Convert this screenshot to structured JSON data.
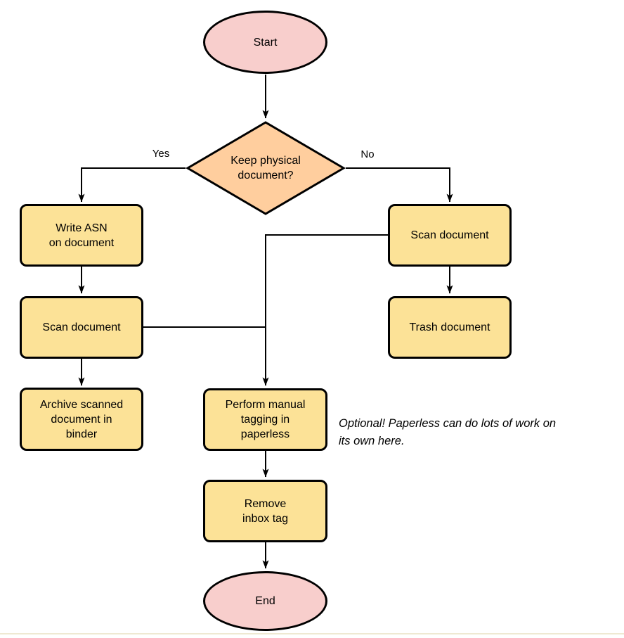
{
  "diagram": {
    "type": "flowchart",
    "nodes": [
      {
        "id": "start",
        "shape": "terminal",
        "label": "Start"
      },
      {
        "id": "keep-physical-decision",
        "shape": "decision",
        "label": "Keep physical\ndocument?"
      },
      {
        "id": "write-asn",
        "shape": "process",
        "label": "Write ASN\non document"
      },
      {
        "id": "scan-document-left",
        "shape": "process",
        "label": "Scan document"
      },
      {
        "id": "archive-binder",
        "shape": "process",
        "label": "Archive scanned\ndocument in\nbinder"
      },
      {
        "id": "scan-document-right",
        "shape": "process",
        "label": "Scan document"
      },
      {
        "id": "trash-document",
        "shape": "process",
        "label": "Trash document"
      },
      {
        "id": "manual-tagging",
        "shape": "process",
        "label": "Perform manual\ntagging in\npaperless"
      },
      {
        "id": "remove-inbox-tag",
        "shape": "process",
        "label": "Remove\ninbox tag"
      },
      {
        "id": "end",
        "shape": "terminal",
        "label": "End"
      }
    ],
    "edges": [
      {
        "from": "start",
        "to": "keep-physical-decision",
        "label": ""
      },
      {
        "from": "keep-physical-decision",
        "to": "write-asn",
        "label": "Yes"
      },
      {
        "from": "keep-physical-decision",
        "to": "scan-document-right",
        "label": "No"
      },
      {
        "from": "write-asn",
        "to": "scan-document-left",
        "label": ""
      },
      {
        "from": "scan-document-left",
        "to": "archive-binder",
        "label": ""
      },
      {
        "from": "scan-document-right",
        "to": "trash-document",
        "label": ""
      },
      {
        "from": "scan-document-left",
        "to": "manual-tagging",
        "label": ""
      },
      {
        "from": "scan-document-right",
        "to": "manual-tagging",
        "label": ""
      },
      {
        "from": "manual-tagging",
        "to": "remove-inbox-tag",
        "label": ""
      },
      {
        "from": "remove-inbox-tag",
        "to": "end",
        "label": ""
      }
    ],
    "note": "Optional! Paperless can do lots of work on\nits own here.",
    "colors": {
      "terminal-fill": "#f8cecc",
      "process-fill": "#fce297",
      "decision-fill": "#ffce9e",
      "stroke-color": "#000000"
    }
  }
}
